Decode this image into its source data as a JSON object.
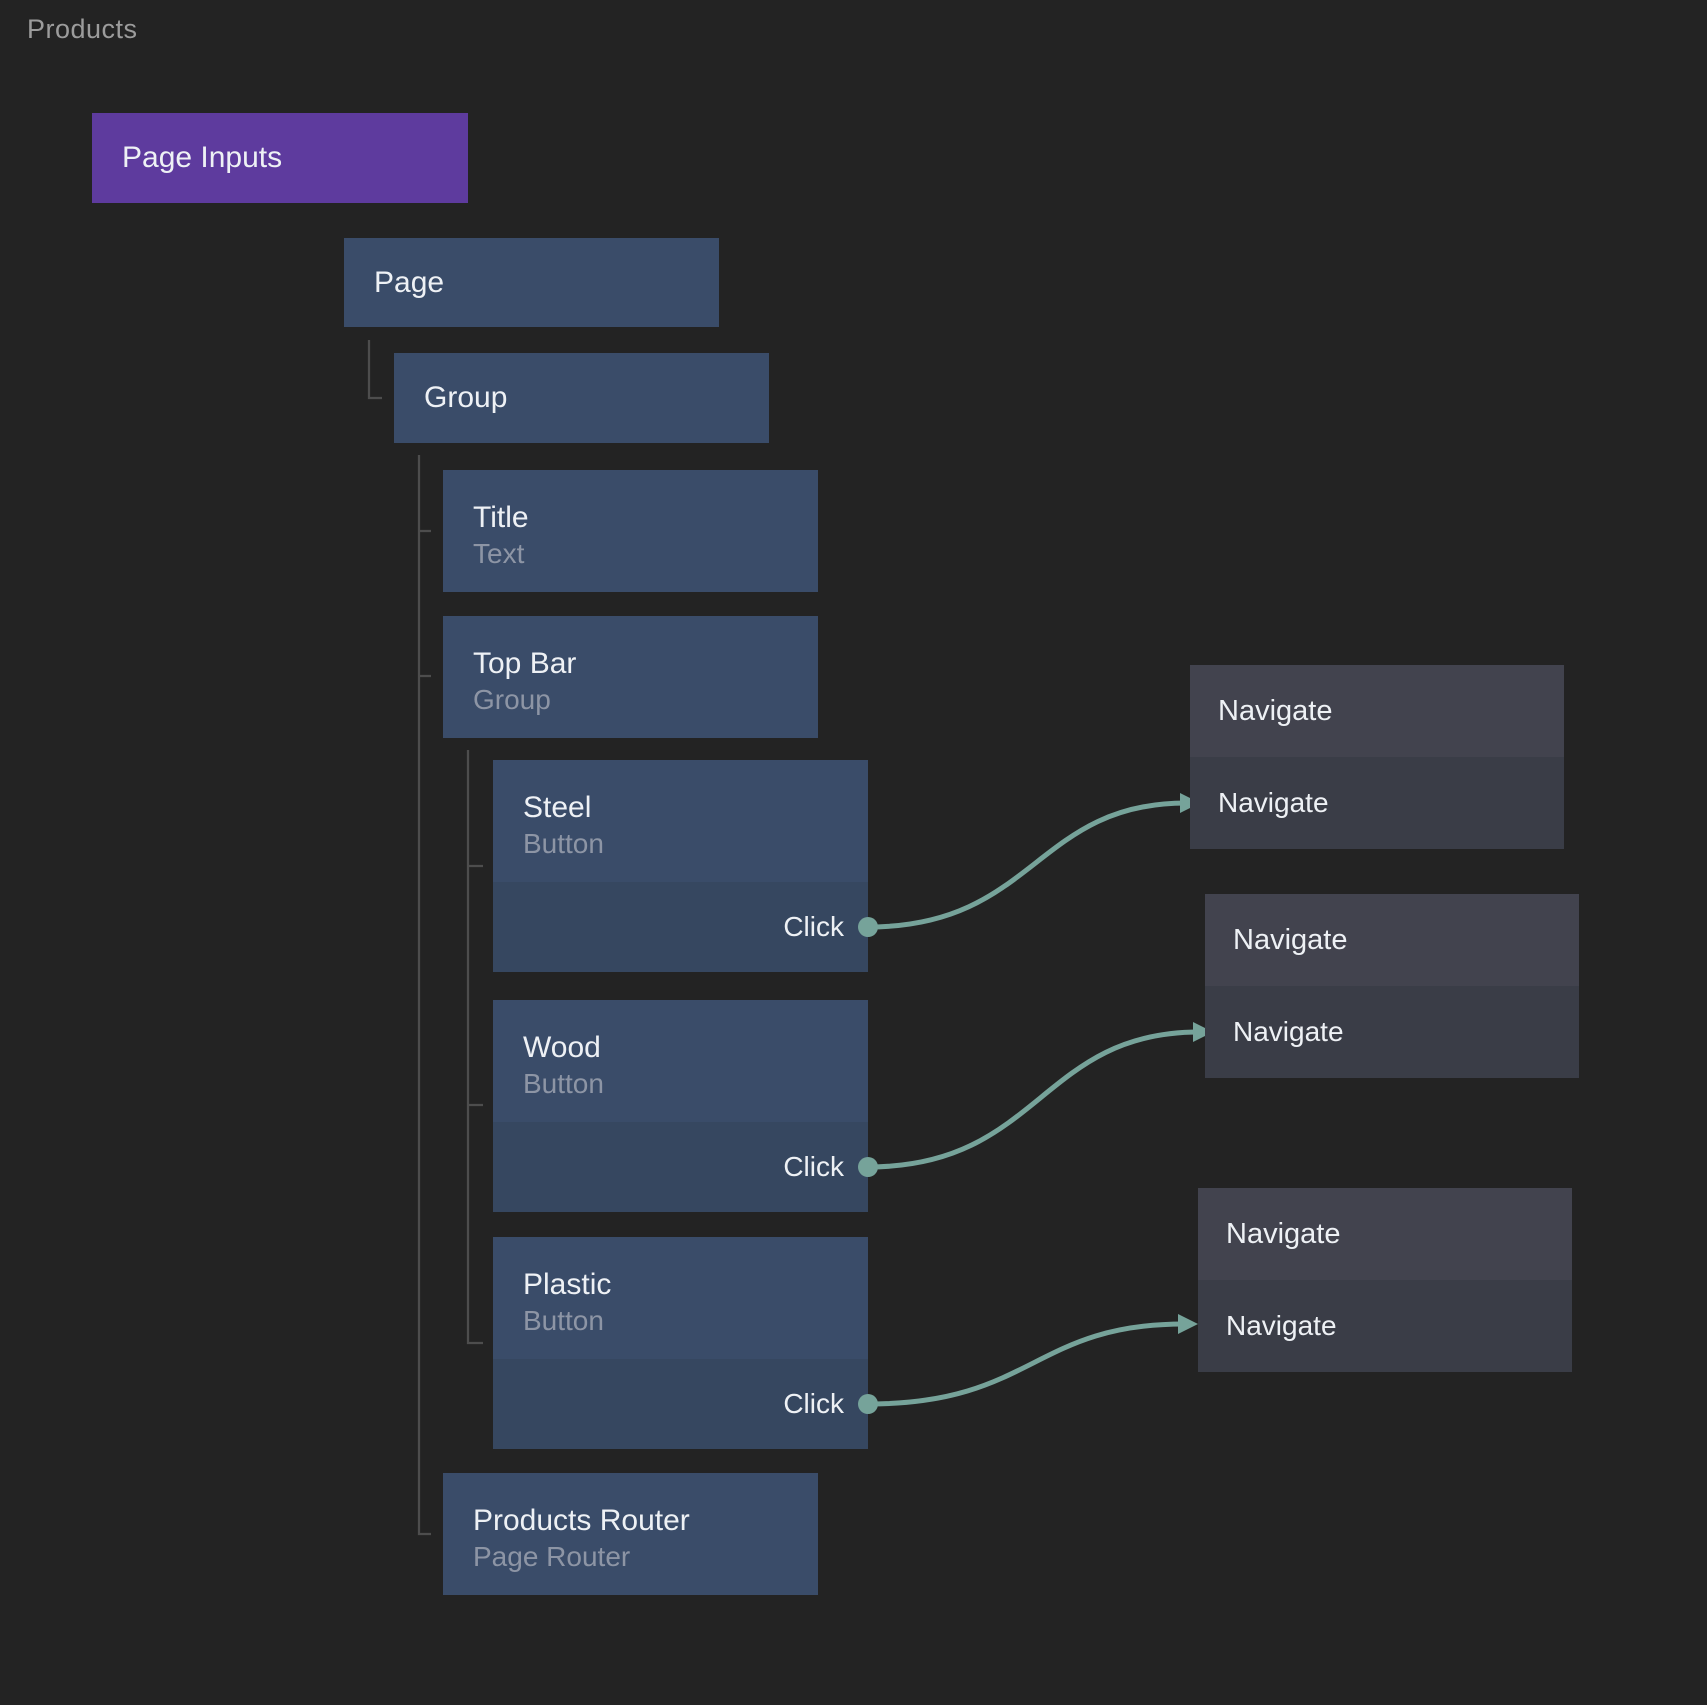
{
  "canvas": {
    "title": "Products"
  },
  "colors": {
    "background": "#232323",
    "accent-purple": "#5e3b9e",
    "node-blue": "#3a4c69",
    "node-blue-dark": "#364760",
    "nav-header": "#42434e",
    "nav-body": "#3a3d47",
    "edge-teal": "#76a39a",
    "tree-line": "#4d4d4d",
    "text-primary": "#eef1f5",
    "text-secondary": "#8d95a5",
    "text-header": "#9c9c9c"
  },
  "nodes": {
    "page_inputs": {
      "label": "Page Inputs"
    },
    "page": {
      "label": "Page"
    },
    "group": {
      "label": "Group"
    },
    "title": {
      "label": "Title",
      "type": "Text"
    },
    "top_bar": {
      "label": "Top Bar",
      "type": "Group"
    },
    "steel": {
      "label": "Steel",
      "type": "Button",
      "event": "Click"
    },
    "wood": {
      "label": "Wood",
      "type": "Button",
      "event": "Click"
    },
    "plastic": {
      "label": "Plastic",
      "type": "Button",
      "event": "Click"
    },
    "products_router": {
      "label": "Products Router",
      "type": "Page Router"
    },
    "navigate_1": {
      "label": "Navigate",
      "action": "Navigate"
    },
    "navigate_2": {
      "label": "Navigate",
      "action": "Navigate"
    },
    "navigate_3": {
      "label": "Navigate",
      "action": "Navigate"
    }
  },
  "edges": [
    {
      "from": "Steel.Click",
      "to": "Navigate"
    },
    {
      "from": "Wood.Click",
      "to": "Navigate"
    },
    {
      "from": "Plastic.Click",
      "to": "Navigate"
    }
  ]
}
